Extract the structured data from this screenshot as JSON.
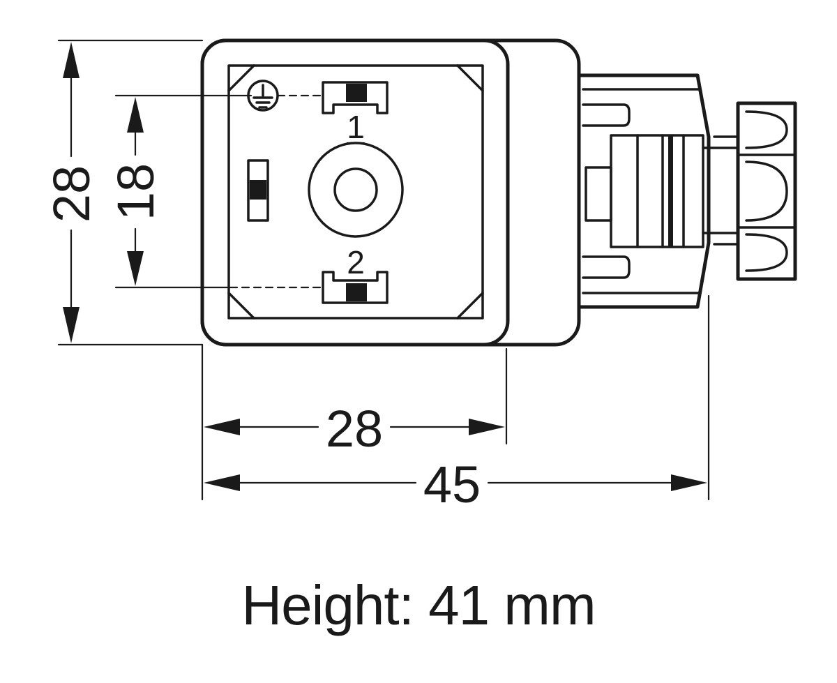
{
  "dimensions": {
    "overall_height": "28",
    "pin_spacing": "18",
    "front_width": "28",
    "total_length": "45"
  },
  "pins": {
    "pin1": "1",
    "pin2": "2"
  },
  "caption": "Height: 41 mm",
  "colors": {
    "line": "#1a1a1a",
    "background": "#ffffff"
  }
}
